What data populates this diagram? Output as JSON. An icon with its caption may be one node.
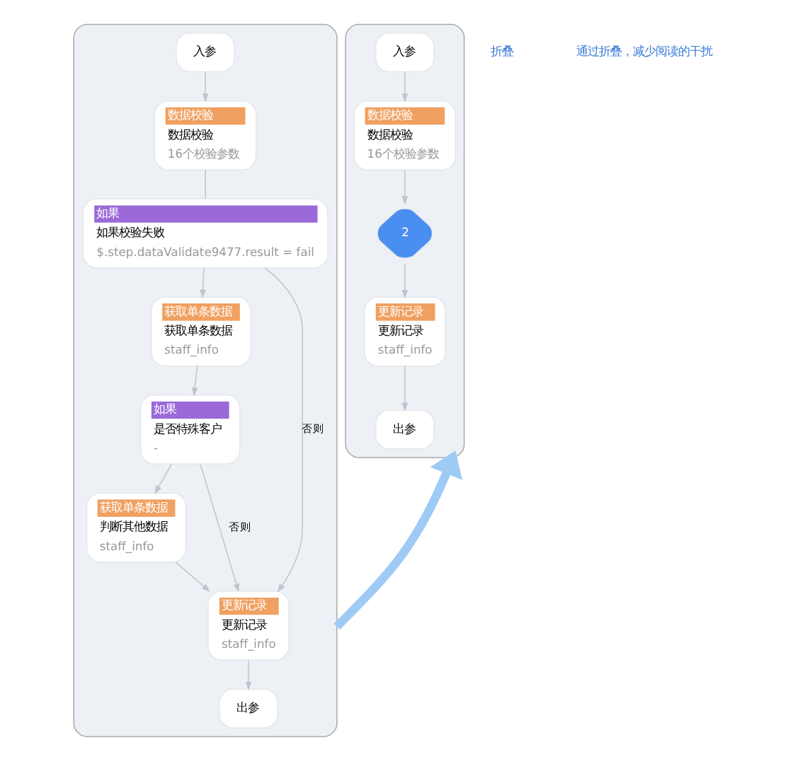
{
  "diagram": {
    "nodes": [
      {
        "text": [],
        "shape": "box"
      },
      {
        "text": [
          "入参"
        ],
        "in": 0
      },
      {
        "text": [
          "数据校验",
          "数据校验",
          "16个校验参数"
        ],
        "in": 0
      },
      {
        "text": [
          "如果",
          "如果校验失败",
          "$.step.dataValidate9477.result = fail"
        ],
        "in": 0
      },
      {
        "text": [
          "获取单条数据",
          "获取单条数据",
          "staff_info"
        ],
        "in": 0
      },
      {
        "text": [
          "如果",
          "是否特殊客户",
          "-"
        ],
        "in": 0
      },
      {
        "text": [
          "获取单条数据",
          "判断其他数据",
          "staff_info"
        ],
        "in": 0
      },
      {
        "text": [
          "更新记录",
          "更新记录",
          "staff_info"
        ],
        "in": 0
      },
      {
        "text": [
          "出参"
        ],
        "in": 0
      },
      {
        "text": [],
        "shape": "box"
      },
      {
        "text": [
          "入参"
        ],
        "in": 9
      },
      {
        "text": [
          "数据校验",
          "数据校验",
          "16个校验参数"
        ],
        "in": 9
      },
      {
        "text": [
          "2"
        ],
        "in": 9
      },
      {
        "text": [
          "更新记录",
          "更新记录",
          "staff_info"
        ],
        "in": 9
      },
      {
        "text": [
          "出参"
        ],
        "in": 9
      }
    ],
    "edges": [
      {
        "from": 1,
        "to": 2,
        "arrow": "to"
      },
      {
        "from": 2,
        "to": 3,
        "arrow": "none"
      },
      {
        "from": 3,
        "to": 4,
        "arrow": "to"
      },
      {
        "from": 3,
        "to": 7,
        "label": "否则",
        "arrow": "to"
      },
      {
        "from": 4,
        "to": 5,
        "arrow": "to"
      },
      {
        "from": 5,
        "to": 6,
        "arrow": "to"
      },
      {
        "from": 5,
        "to": 7,
        "label": "否则",
        "arrow": "to"
      },
      {
        "from": 6,
        "to": 7,
        "arrow": "to"
      },
      {
        "from": 7,
        "to": 8,
        "arrow": "to"
      },
      {
        "from": 10,
        "to": 11,
        "arrow": "to"
      },
      {
        "from": 11,
        "to": 12,
        "arrow": "to"
      },
      {
        "from": 12,
        "to": 13,
        "arrow": "to"
      },
      {
        "from": 13,
        "to": 14,
        "arrow": "to"
      },
      {
        "from": 0,
        "to": 9,
        "arrow": "to",
        "style": "thick",
        "color": "#9ecbf5"
      }
    ],
    "labels": [
      "折叠",
      "通过折叠，减少阅读的干扰"
    ]
  }
}
